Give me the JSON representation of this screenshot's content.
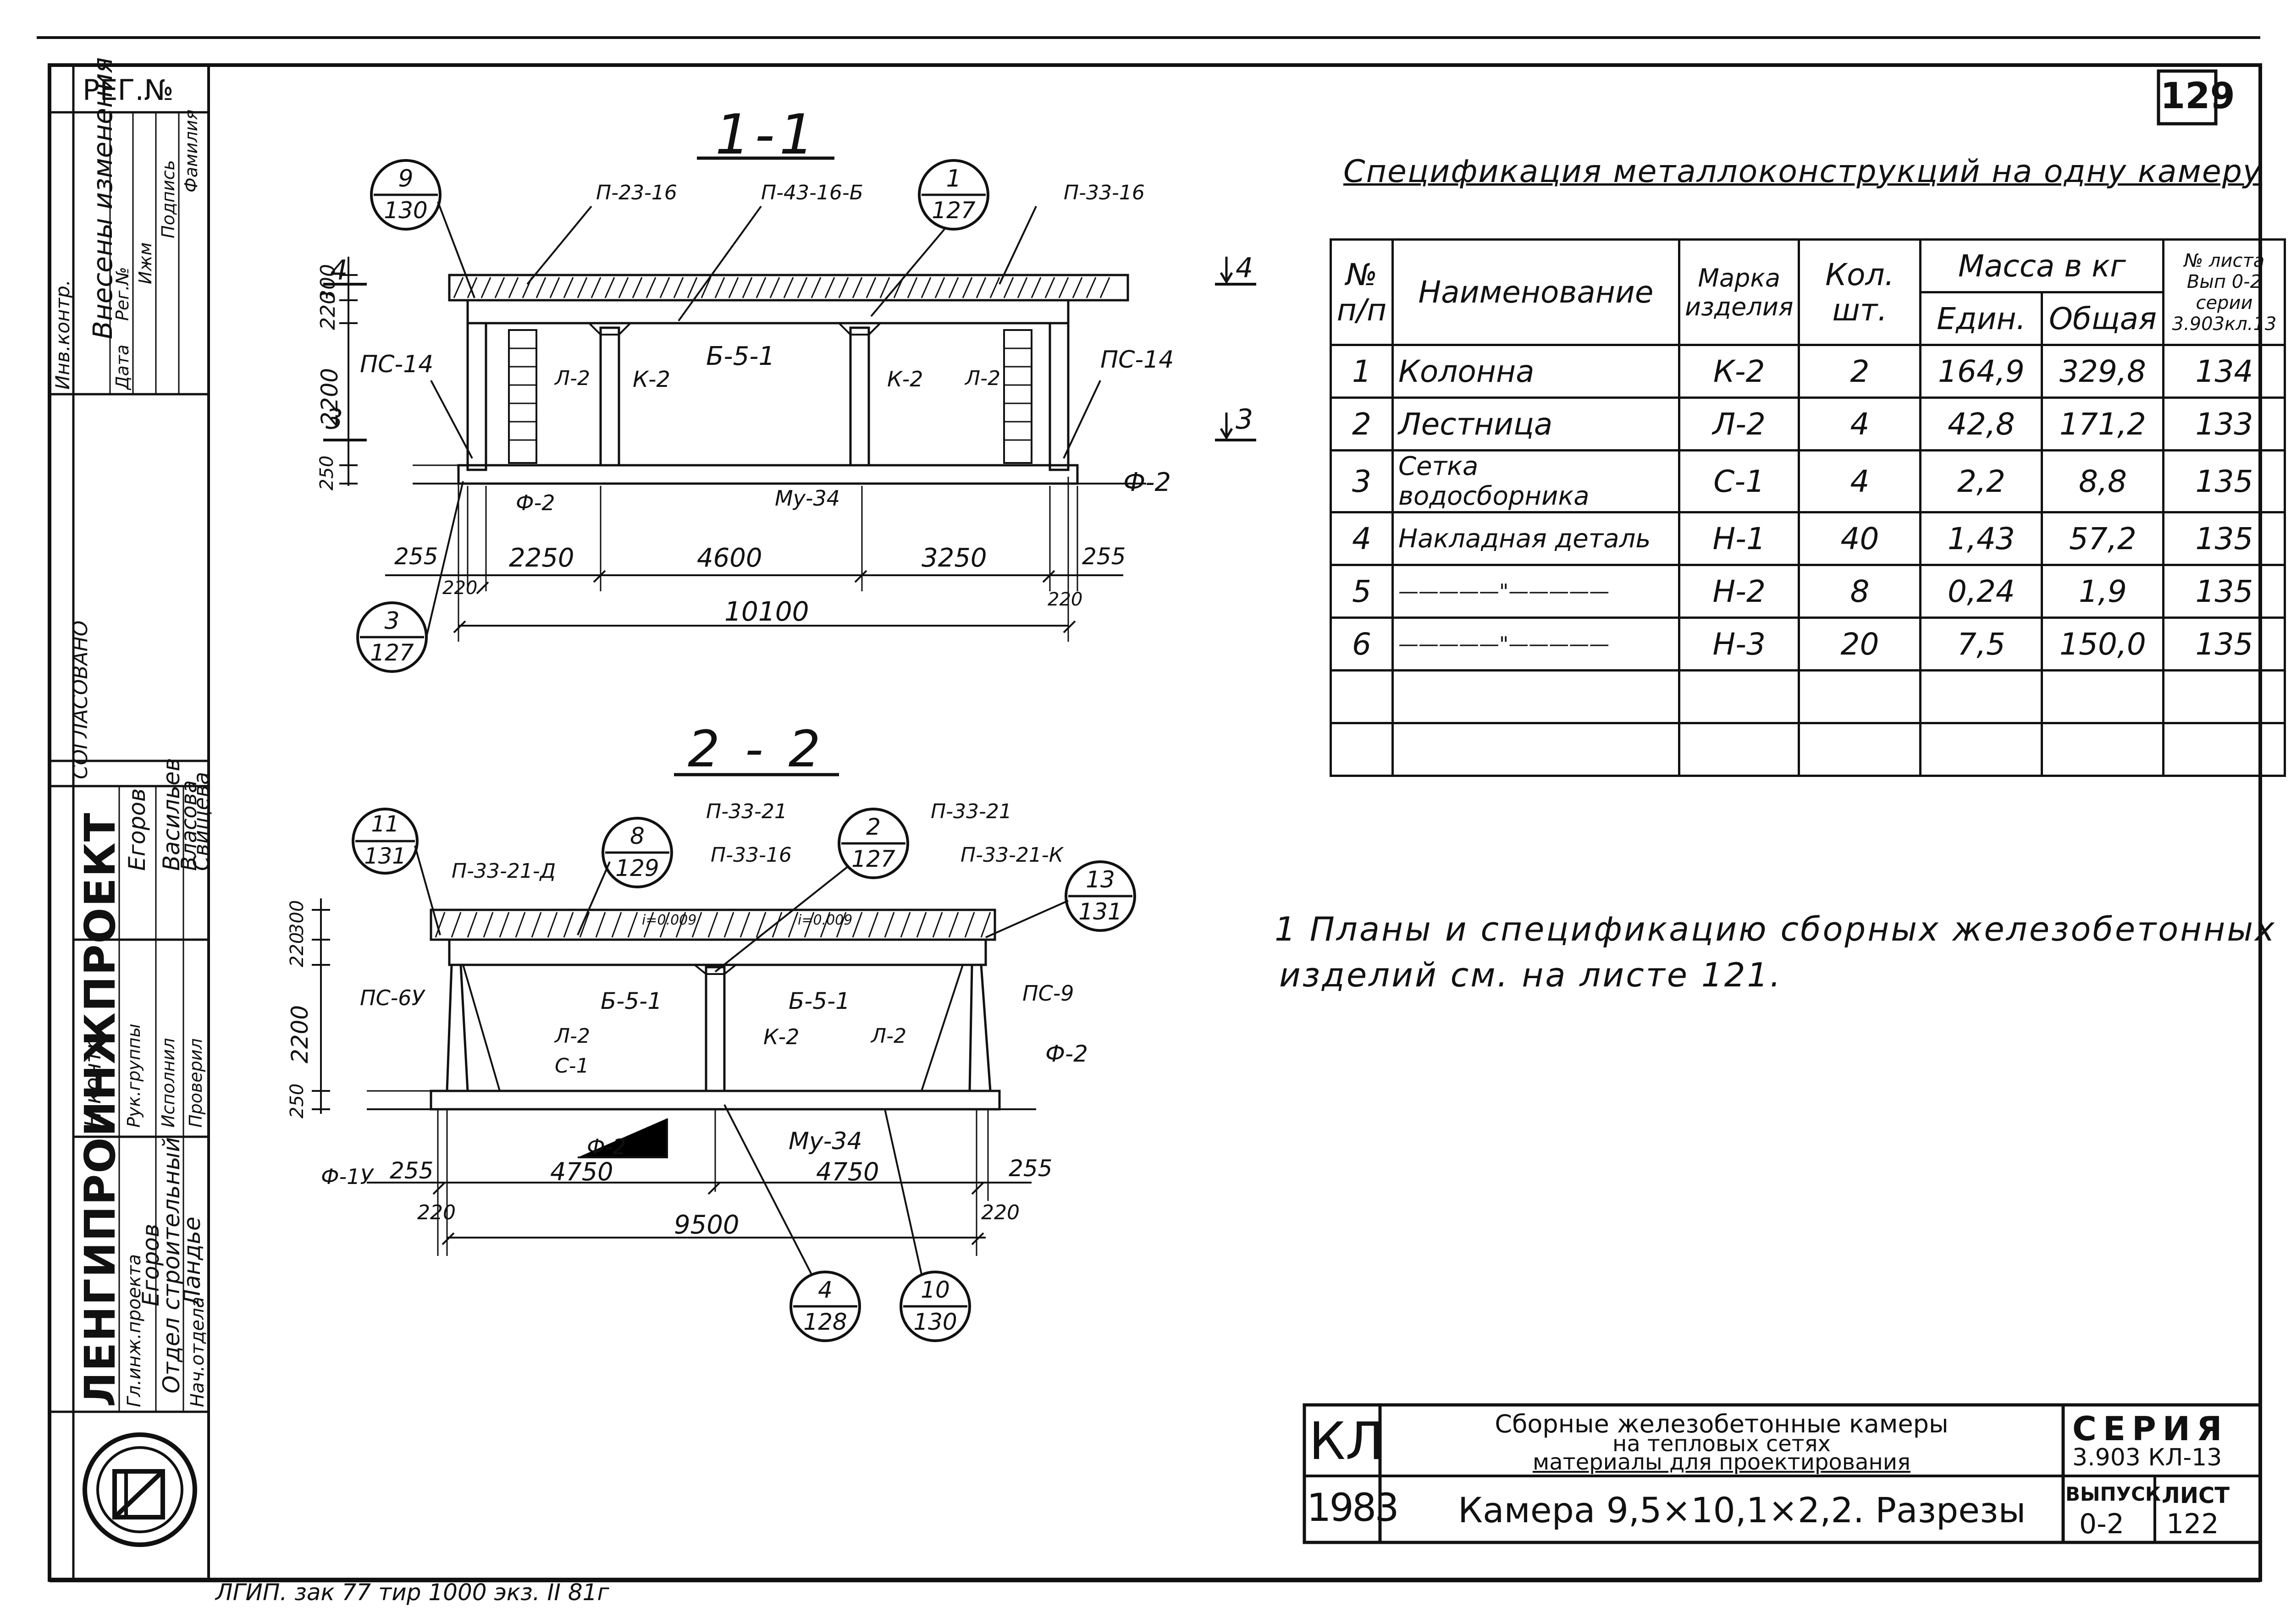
{
  "sheet_number": "129",
  "reg_label": "РЕГ.№",
  "sidebar": {
    "org": "ЛЕНГИПРОИНЖПРОЕКТ",
    "agreed": "СОГЛАСОВАНО",
    "changes_header": "Внесены изменения",
    "changes_cols": [
      "Дата",
      "Рег.№",
      "Ижм",
      "Подпись",
      "Фамилия"
    ],
    "roles": [
      "Нач.отдела",
      "Отдел строительный",
      "Гл.инж.проекта",
      "Рук.группы",
      "Исполнил",
      "Проверил",
      "Н.контр."
    ],
    "names": [
      "Егоров",
      "Васильев",
      "Власова",
      "Свищева",
      "Егоров",
      "Ландье"
    ],
    "inventory": "Инв.контр."
  },
  "section11": {
    "title": "1-1",
    "labels": {
      "p2316": "П-23-16",
      "p4316b": "П-43-16-Б",
      "p3316": "П-33-16",
      "ps14a": "ПС-14",
      "ps14b": "ПС-14",
      "l2a": "Л-2",
      "k2a": "К-2",
      "b51": "Б-5-1",
      "k2b": "К-2",
      "l2b": "Л-2",
      "f2a": "Ф-2",
      "mu34": "Му-34",
      "f2b": "Ф-2",
      "sec4": "4",
      "sec3a": "3",
      "sec3b": "3"
    },
    "callouts": [
      {
        "top": "9",
        "bottom": "130"
      },
      {
        "top": "1",
        "bottom": "127"
      },
      {
        "top": "3",
        "bottom": "127"
      }
    ],
    "dims": {
      "h300": "300",
      "h220": "220",
      "h2200": "2200",
      "h250": "250",
      "d255a": "255",
      "d2250": "2250",
      "d4600": "4600",
      "d3250": "3250",
      "d255b": "255",
      "d220a": "220",
      "d220b": "220",
      "d10100": "10100"
    }
  },
  "section22": {
    "title": "2 - 2",
    "labels": {
      "p3321": "П-33-21",
      "p3321b": "П-33-21",
      "p3321d": "П-33-21-Д",
      "p3316": "П-33-16",
      "p3321k": "П-33-21-К",
      "ps6u": "ПС-6У",
      "b51a": "Б-5-1",
      "b51b": "Б-5-1",
      "ps9": "ПС-9",
      "l2a": "Л-2",
      "c1": "С-1",
      "k2": "К-2",
      "l2b": "Л-2",
      "f2a": "Ф-2",
      "f2b": "Ф-2",
      "mu34": "Му-34",
      "f1u": "Ф-1У",
      "slope1": "i=0.009",
      "slope2": "i=0.009"
    },
    "callouts": [
      {
        "top": "11",
        "bottom": "131"
      },
      {
        "top": "8",
        "bottom": "129"
      },
      {
        "top": "2",
        "bottom": "127"
      },
      {
        "top": "13",
        "bottom": "131"
      },
      {
        "top": "4",
        "bottom": "128"
      },
      {
        "top": "10",
        "bottom": "130"
      }
    ],
    "dims": {
      "h300": "300",
      "h220": "220",
      "h2200": "2200",
      "h250": "250",
      "d255a": "255",
      "d4750a": "4750",
      "d4750b": "4750",
      "d255b": "255",
      "d220a": "220",
      "d220b": "220",
      "d9500": "9500"
    }
  },
  "spec": {
    "title": "Спецификация металлоконструкций на одну камеру",
    "headers": {
      "num": "№ п/п",
      "name": "Наименование",
      "mark": "Марка изделия",
      "qty": "Кол. шт.",
      "mass": "Масса в кг",
      "unit": "Един.",
      "total": "Общая",
      "sheet": "№ листа Вып 0-2 серии 3.903кл.13"
    },
    "rows": [
      [
        "1",
        "Колонна",
        "К-2",
        "2",
        "164,9",
        "329,8",
        "134"
      ],
      [
        "2",
        "Лестница",
        "Л-2",
        "4",
        "42,8",
        "171,2",
        "133"
      ],
      [
        "3",
        "Сетка водосборника",
        "С-1",
        "4",
        "2,2",
        "8,8",
        "135"
      ],
      [
        "4",
        "Накладная деталь",
        "Н-1",
        "40",
        "1,43",
        "57,2",
        "135"
      ],
      [
        "5",
        "—————\"—————",
        "Н-2",
        "8",
        "0,24",
        "1,9",
        "135"
      ],
      [
        "6",
        "—————\"—————",
        "Н-3",
        "20",
        "7,5",
        "150,0",
        "135"
      ],
      [
        "",
        "",
        "",
        "",
        "",
        "",
        ""
      ],
      [
        "",
        "",
        "",
        "",
        "",
        "",
        ""
      ]
    ]
  },
  "note": {
    "line1": "1 Планы и спецификацию сборных железобетонных",
    "line2": "изделий см. на листе 121."
  },
  "stamp": {
    "code": "КЛ",
    "year": "1983",
    "desc1": "Сборные железобетонные камеры",
    "desc2": "на тепловых сетях",
    "desc3": "материалы для проектирования",
    "title": "Камера 9,5×10,1×2,2. Разрезы",
    "series_label": "СЕРИЯ",
    "series": "3.903 КЛ-13",
    "issue_label": "ВЫПУСК",
    "issue": "0-2",
    "sheet_label": "ЛИСТ",
    "sheet": "122"
  },
  "footer": "ЛГИП. зак 77 тир 1000 экз. II 81г"
}
